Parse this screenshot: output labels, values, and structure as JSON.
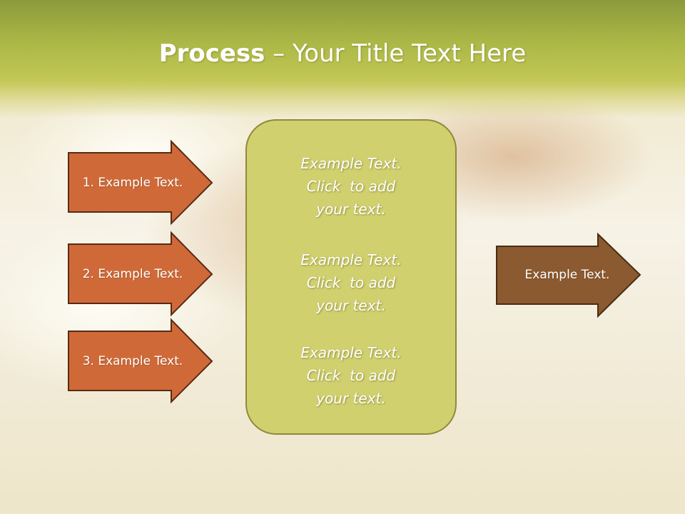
{
  "title": {
    "bold": "Process",
    "rest": " – Your Title Text Here"
  },
  "input_arrows": [
    {
      "label": "1. Example Text."
    },
    {
      "label": "2. Example Text."
    },
    {
      "label": "3. Example Text."
    }
  ],
  "center_box": {
    "blocks": [
      {
        "lines": [
          "Example Text.",
          "Click  to add",
          "your text."
        ]
      },
      {
        "lines": [
          "Example Text.",
          "Click  to add",
          "your text."
        ]
      },
      {
        "lines": [
          "Example Text.",
          "Click  to add",
          "your text."
        ]
      }
    ]
  },
  "output_arrow": {
    "label": "Example Text."
  },
  "colors": {
    "input_arrow_fill": "#cf6a38",
    "input_arrow_stroke": "#5a2a14",
    "output_arrow_fill": "#8c5a30",
    "output_arrow_stroke": "#4a2c14",
    "center_box_fill": "#d1d06f",
    "center_box_stroke": "#8f8a3a",
    "header_band": "#a8b543"
  }
}
